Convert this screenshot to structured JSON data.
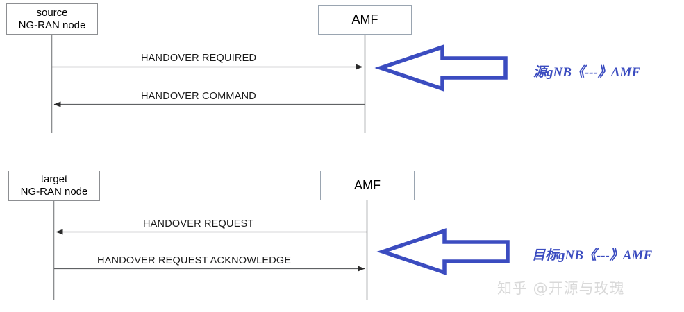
{
  "diagrams": [
    {
      "id": "source-handover",
      "left_node": {
        "line1": "source",
        "line2": "NG-RAN node"
      },
      "right_node": {
        "label": "AMF"
      },
      "messages": [
        {
          "label": "HANDOVER REQUIRED",
          "direction": "left-to-right"
        },
        {
          "label": "HANDOVER COMMAND",
          "direction": "right-to-left"
        }
      ],
      "callout": {
        "text": "源gNB《---》AMF",
        "color": "#3b4cc0",
        "arrow": "left-block-arrow"
      }
    },
    {
      "id": "target-handover",
      "left_node": {
        "line1": "target",
        "line2": "NG-RAN node"
      },
      "right_node": {
        "label": "AMF"
      },
      "messages": [
        {
          "label": "HANDOVER REQUEST",
          "direction": "right-to-left"
        },
        {
          "label": "HANDOVER REQUEST ACKNOWLEDGE",
          "direction": "left-to-right"
        }
      ],
      "callout": {
        "text": "目标gNB《---》AMF",
        "color": "#3b4cc0",
        "arrow": "left-block-arrow"
      }
    }
  ],
  "watermark": {
    "text": "知乎 @开源与玫瑰"
  },
  "colors": {
    "line": "#808285",
    "box_border": "#8d8f92",
    "amf_border": "#9aa5b1",
    "callout_blue": "#3b4cc0",
    "text": "#1a1a1a",
    "watermark": "#d9d9d9"
  }
}
